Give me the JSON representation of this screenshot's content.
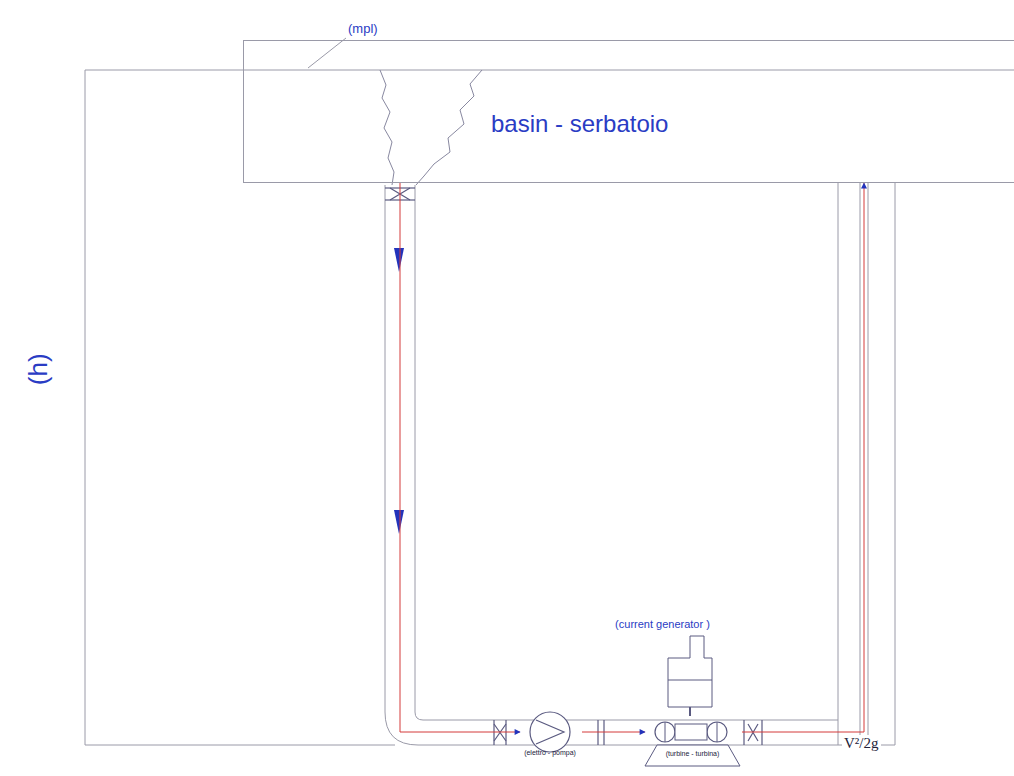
{
  "diagram": {
    "nodes": [
      {
        "text": [
          "basin - serbatoio"
        ]
      },
      {
        "text": [
          "(elettro - pompa)"
        ]
      },
      {
        "text": [
          "(turbine - turbina)"
        ]
      },
      {
        "text": [
          "(current generator )"
        ]
      }
    ],
    "edges": [
      {
        "from": 0,
        "to": 1,
        "arrow": "to"
      },
      {
        "from": 1,
        "to": 2,
        "arrow": "to"
      },
      {
        "from": 2,
        "to": 0,
        "label": "V²/2g",
        "arrow": "to"
      },
      {
        "from": 2,
        "to": 3,
        "arrow": "none"
      }
    ],
    "labels": [
      "(mpl)",
      "(h)"
    ]
  }
}
